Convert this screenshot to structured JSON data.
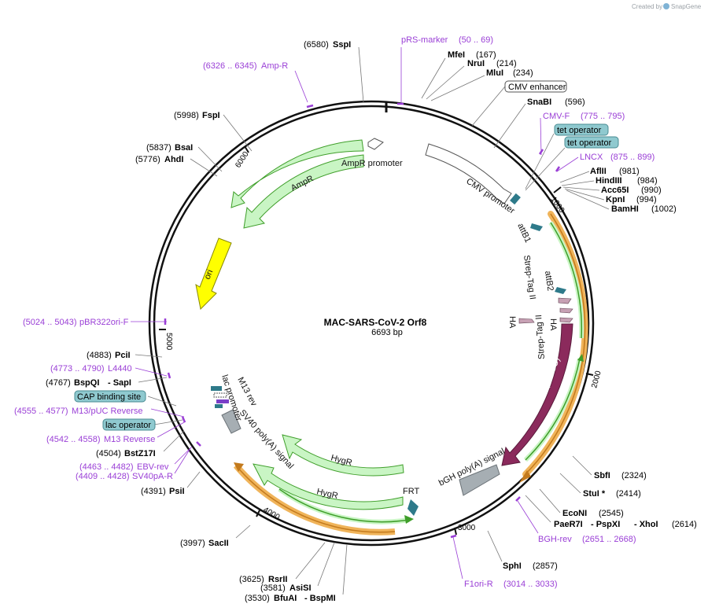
{
  "watermark": {
    "prefix": "Created by",
    "brand": "SnapGene"
  },
  "map": {
    "name": "MAC-SARS-CoV-2 Orf8",
    "length": "6693 bp"
  },
  "ticks": [
    "1000",
    "2000",
    "3000",
    "4000",
    "5000",
    "6000"
  ],
  "colors": {
    "primer": "#9a3fd6",
    "backbone": "#111111",
    "boxfill": "#8fc9cf",
    "hygr": "#c9f5c4",
    "ampr": "#c9f5c4",
    "ori": "#ffff00",
    "bira": "#8b2a5c",
    "orange": "#f0b45a",
    "green": "#3f9e2a",
    "grey": "#a6aeb3",
    "teal": "#2e7a8a"
  },
  "sites": {
    "sspi": {
      "name": "SspI",
      "pos": "(6580)"
    },
    "mfei": {
      "name": "MfeI",
      "pos": "(167)"
    },
    "nrui": {
      "name": "NruI",
      "pos": "(214)"
    },
    "mlui": {
      "name": "MluI",
      "pos": "(234)"
    },
    "snabi": {
      "name": "SnaBI",
      "pos": "(596)"
    },
    "aflii": {
      "name": "AflII",
      "pos": "(981)"
    },
    "hindiii": {
      "name": "HindIII",
      "pos": "(984)"
    },
    "acc65i": {
      "name": "Acc65I",
      "pos": "(990)"
    },
    "kpni": {
      "name": "KpnI",
      "pos": "(994)"
    },
    "bamhi": {
      "name": "BamHI",
      "pos": "(1002)"
    },
    "sbfi": {
      "name": "SbfI",
      "pos": "(2324)"
    },
    "stui": {
      "name": "StuI *",
      "pos": "(2414)"
    },
    "econi": {
      "name": "EcoNI",
      "pos": "(2545)"
    },
    "paer7i": {
      "name": "PaeR7I",
      "name2": "- PspXI",
      "name3": "- XhoI",
      "pos": "(2614)"
    },
    "sphi": {
      "name": "SphI",
      "pos": "(2857)"
    },
    "rsrii": {
      "name": "RsrII",
      "pos": "(3625)"
    },
    "asisi": {
      "name": "AsiSI",
      "pos": "(3581)"
    },
    "bfuai": {
      "name": "BfuAI",
      "name2": "- BspMI",
      "pos": "(3530)"
    },
    "sacii": {
      "name": "SacII",
      "pos": "(3997)"
    },
    "psii": {
      "name": "PsiI",
      "pos": "(4391)"
    },
    "bstz17i": {
      "name": "BstZ17I",
      "pos": "(4504)"
    },
    "bspqi": {
      "name": "BspQI",
      "name2": "- SapI",
      "pos": "(4767)"
    },
    "pcii": {
      "name": "PciI",
      "pos": "(4883)"
    },
    "ahdi": {
      "name": "AhdI",
      "pos": "(5776)"
    },
    "bsai": {
      "name": "BsaI",
      "pos": "(5837)"
    },
    "fspi": {
      "name": "FspI",
      "pos": "(5998)"
    }
  },
  "primers": {
    "prs": {
      "name": "pRS-marker",
      "range": "(50 .. 69)"
    },
    "ampr": {
      "name": "Amp-R",
      "range": "(6326 .. 6345)"
    },
    "cmvf": {
      "name": "CMV-F",
      "range": "(775 .. 795)"
    },
    "lncx": {
      "name": "LNCX",
      "range": "(875 .. 899)"
    },
    "bghrev": {
      "name": "BGH-rev",
      "range": "(2651 .. 2668)"
    },
    "f1ori": {
      "name": "F1ori-R",
      "range": "(3014 .. 3033)"
    },
    "pbr": {
      "name": "pBR322ori-F",
      "range": "(5024 .. 5043)"
    },
    "l4440": {
      "name": "L4440",
      "range": "(4773 .. 4790)"
    },
    "m13puc": {
      "name": "M13/pUC Reverse",
      "range": "(4555 .. 4577)"
    },
    "m13rev": {
      "name": "M13 Reverse",
      "range": "(4542 .. 4558)"
    },
    "ebvrev": {
      "name": "EBV-rev",
      "range": "(4463 .. 4482)"
    },
    "sv40pa": {
      "name": "SV40pA-R",
      "range": "(4409 .. 4428)"
    }
  },
  "boxes": {
    "cmv_enhancer": "CMV enhancer",
    "tet1": "tet operator",
    "tet2": "tet operator",
    "cap": "CAP binding site",
    "lac": "lac operator"
  },
  "features": {
    "cmv_promoter": "CMV promoter",
    "attb1": "attB1",
    "strep1": "Strep-Tag II",
    "attb2": "attB2",
    "strep2": "Strep-Tag II",
    "ha1": "HA",
    "ha2": "HA",
    "bira": "BirA(R118G)",
    "bgh": "bGH poly(A) signal",
    "frt": "FRT",
    "hygr1": "HygR",
    "hygr2": "HygR",
    "sv40": "SV40 poly(A) signal",
    "m13rev": "M13 rev",
    "lac_promoter": "lac promoter",
    "ori": "ori",
    "ampr": "AmpR",
    "ampr_promoter": "AmpR promoter"
  }
}
